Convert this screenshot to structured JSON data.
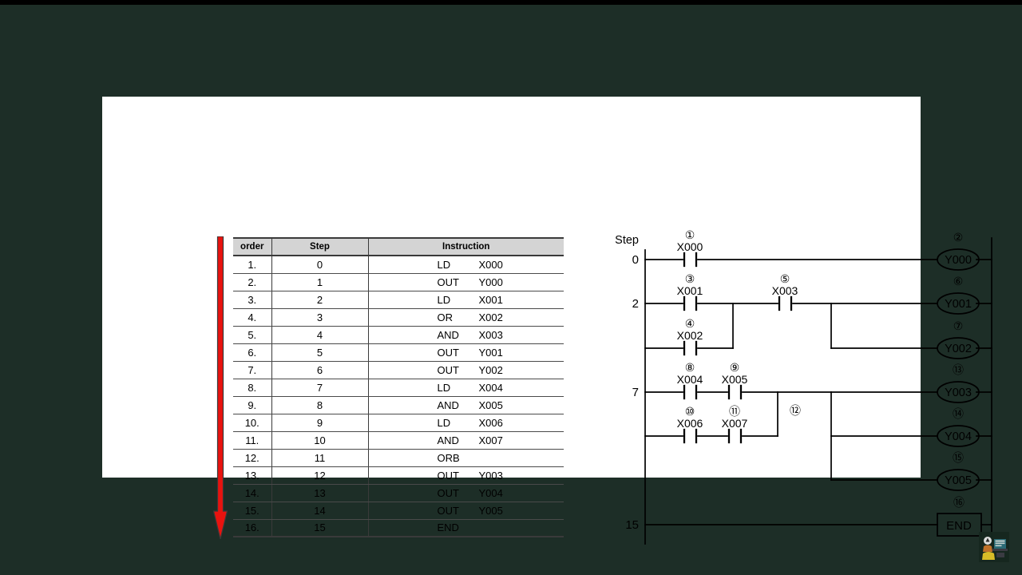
{
  "theme": {
    "background": "#1d2e27",
    "card_background": "#ffffff",
    "arrow_color": "#e8130f",
    "header_fill": "#d4d4d4",
    "line_color": "#000000"
  },
  "table": {
    "columns": [
      "order",
      "Step",
      "Instruction"
    ],
    "rows": [
      {
        "order": "1.",
        "step": "0",
        "op": "LD",
        "arg": "X000"
      },
      {
        "order": "2.",
        "step": "1",
        "op": "OUT",
        "arg": "Y000"
      },
      {
        "order": "3.",
        "step": "2",
        "op": "LD",
        "arg": "X001"
      },
      {
        "order": "4.",
        "step": "3",
        "op": "OR",
        "arg": "X002"
      },
      {
        "order": "5.",
        "step": "4",
        "op": "AND",
        "arg": "X003"
      },
      {
        "order": "6.",
        "step": "5",
        "op": "OUT",
        "arg": "Y001"
      },
      {
        "order": "7.",
        "step": "6",
        "op": "OUT",
        "arg": "Y002"
      },
      {
        "order": "8.",
        "step": "7",
        "op": "LD",
        "arg": "X004"
      },
      {
        "order": "9.",
        "step": "8",
        "op": "AND",
        "arg": "X005"
      },
      {
        "order": "10.",
        "step": "9",
        "op": "LD",
        "arg": "X006"
      },
      {
        "order": "11.",
        "step": "10",
        "op": "AND",
        "arg": "X007"
      },
      {
        "order": "12.",
        "step": "11",
        "op": "ORB",
        "arg": ""
      },
      {
        "order": "13.",
        "step": "12",
        "op": "OUT",
        "arg": "Y003"
      },
      {
        "order": "14.",
        "step": "13",
        "op": "OUT",
        "arg": "Y004"
      },
      {
        "order": "15.",
        "step": "14",
        "op": "OUT",
        "arg": "Y005"
      },
      {
        "order": "16.",
        "step": "15",
        "op": "END",
        "arg": ""
      }
    ]
  },
  "ladder": {
    "step_header": "Step",
    "step_labels": [
      "0",
      "2",
      "7",
      "15"
    ],
    "contacts": [
      {
        "marker": "①",
        "label": "X000"
      },
      {
        "marker": "③",
        "label": "X001"
      },
      {
        "marker": "④",
        "label": "X002"
      },
      {
        "marker": "⑤",
        "label": "X003"
      },
      {
        "marker": "⑧",
        "label": "X004"
      },
      {
        "marker": "⑨",
        "label": "X005"
      },
      {
        "marker": "⑩",
        "label": "X006"
      },
      {
        "marker": "⑪",
        "label": "X007"
      }
    ],
    "coils": [
      {
        "marker": "②",
        "label": "Y000"
      },
      {
        "marker": "⑥",
        "label": "Y001"
      },
      {
        "marker": "⑦",
        "label": "Y002"
      },
      {
        "marker": "⑬",
        "label": "Y003"
      },
      {
        "marker": "⑭",
        "label": "Y004"
      },
      {
        "marker": "⑮",
        "label": "Y005"
      }
    ],
    "block_marker": "⑫",
    "end_block": {
      "marker": "⑯",
      "label": "END"
    }
  }
}
